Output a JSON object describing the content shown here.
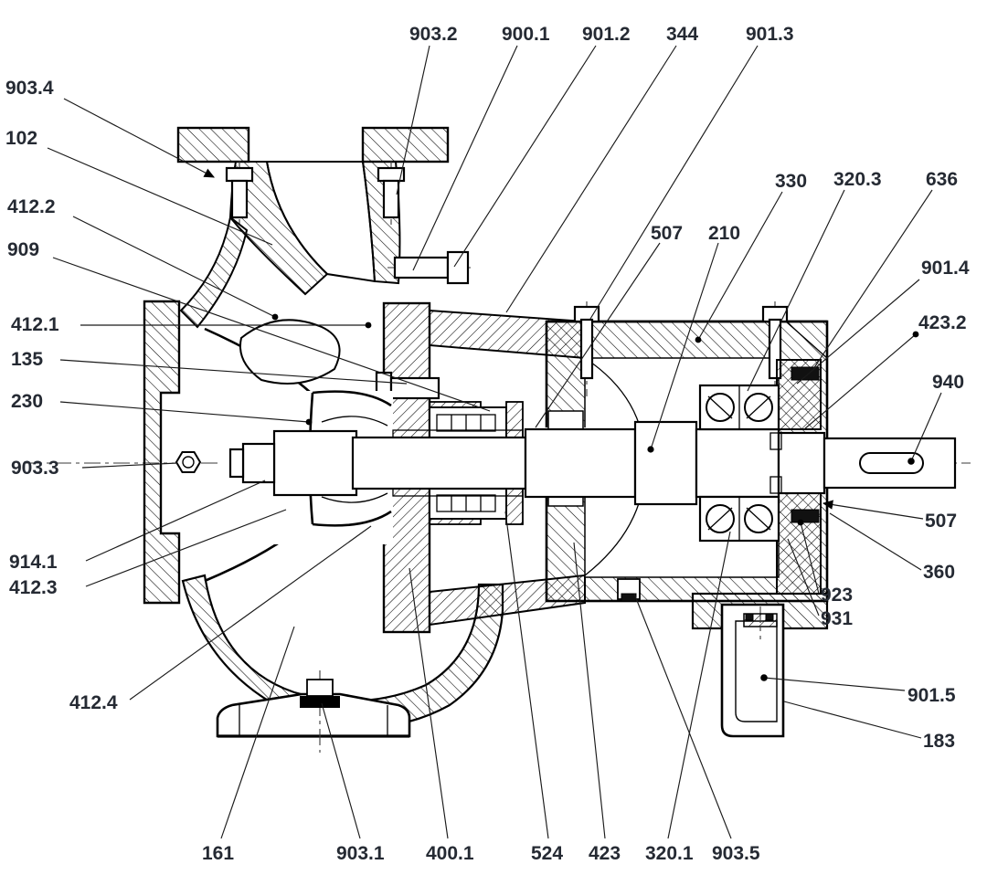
{
  "figure": {
    "background_color": "#ffffff",
    "line_color": "#000000",
    "label_color": "#252a33",
    "part_labels": [
      {
        "text": "903.2"
      },
      {
        "text": "900.1"
      },
      {
        "text": "901.2"
      },
      {
        "text": "344"
      },
      {
        "text": "901.3"
      },
      {
        "text": "903.4"
      },
      {
        "text": "102"
      },
      {
        "text": "412.2"
      },
      {
        "text": "909"
      },
      {
        "text": "412.1"
      },
      {
        "text": "135"
      },
      {
        "text": "230"
      },
      {
        "text": "903.3"
      },
      {
        "text": "914.1"
      },
      {
        "text": "412.3"
      },
      {
        "text": "412.4"
      },
      {
        "text": "161"
      },
      {
        "text": "903.1"
      },
      {
        "text": "400.1"
      },
      {
        "text": "524"
      },
      {
        "text": "423"
      },
      {
        "text": "320.1"
      },
      {
        "text": "903.5"
      },
      {
        "text": "330"
      },
      {
        "text": "320.3"
      },
      {
        "text": "636"
      },
      {
        "text": "507"
      },
      {
        "text": "210"
      },
      {
        "text": "901.4"
      },
      {
        "text": "423.2"
      },
      {
        "text": "940"
      },
      {
        "text": "507"
      },
      {
        "text": "360"
      },
      {
        "text": "923"
      },
      {
        "text": "931"
      },
      {
        "text": "901.5"
      },
      {
        "text": "183"
      }
    ]
  }
}
